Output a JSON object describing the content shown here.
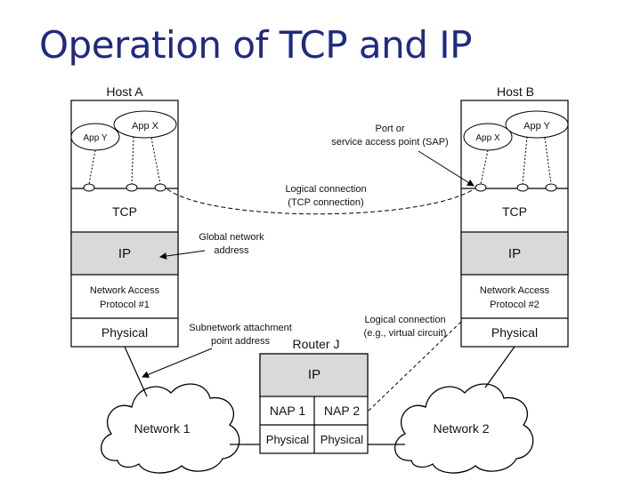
{
  "title": "Operation of TCP and IP",
  "host_a": {
    "name": "Host A",
    "app_x": "App X",
    "app_y": "App Y",
    "tcp": "TCP",
    "ip": "IP",
    "nap_line1": "Network Access",
    "nap_line2": "Protocol #1",
    "physical": "Physical"
  },
  "host_b": {
    "name": "Host B",
    "app_x": "App X",
    "app_y": "App Y",
    "tcp": "TCP",
    "ip": "IP",
    "nap_line1": "Network Access",
    "nap_line2": "Protocol #2",
    "physical": "Physical"
  },
  "router": {
    "name": "Router J",
    "ip": "IP",
    "nap1": "NAP 1",
    "nap2": "NAP 2",
    "physical1": "Physical",
    "physical2": "Physical"
  },
  "networks": {
    "network1": "Network 1",
    "network2": "Network 2"
  },
  "annotations": {
    "port_line1": "Port or",
    "port_line2": "service access point (SAP)",
    "logical_tcp_line1": "Logical connection",
    "logical_tcp_line2": "(TCP connection)",
    "global_line1": "Global network",
    "global_line2": "address",
    "subnet_line1": "Subnetwork attachment",
    "subnet_line2": "point address",
    "logical_vc_line1": "Logical connection",
    "logical_vc_line2": "(e.g., virtual circuit)"
  },
  "colors": {
    "title": "#1f2a80",
    "ip_layer": "#d9d9d9",
    "line": "#000000"
  }
}
